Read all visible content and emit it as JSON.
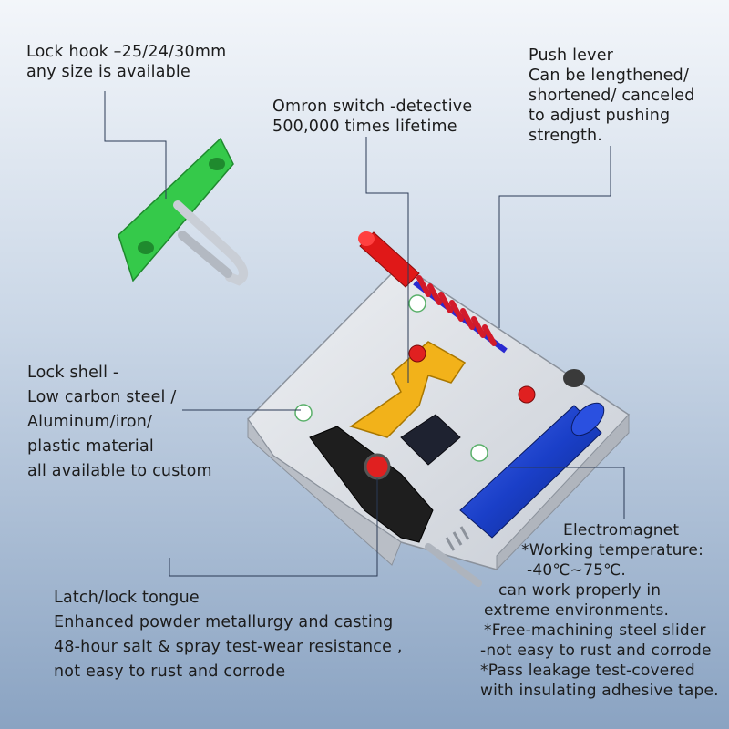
{
  "labels": {
    "lock_hook": [
      "Lock hook –25/24/30mm",
      "any size is available"
    ],
    "omron_switch": [
      "Omron switch -detective",
      "500,000 times lifetime"
    ],
    "push_lever": [
      "Push lever",
      "Can be lengthened/",
      "shortened/ canceled",
      "to adjust pushing",
      "strength."
    ],
    "lock_shell": [
      "Lock shell -",
      "Low carbon steel /",
      "Aluminum/iron/",
      "plastic material",
      "all available to custom"
    ],
    "latch_tongue": [
      "Latch/lock tongue",
      "Enhanced powder metallurgy and casting",
      "48-hour salt & spray test-wear resistance ,",
      "not easy to rust and corrode"
    ],
    "electromagnet": [
      "Electromagnet",
      "*Working temperature:",
      "-40℃~75℃.",
      "can work properly in",
      "extreme environments.",
      "*Free-machining steel slider",
      "-not easy to rust and corrode",
      "*Pass leakage test-covered",
      "with insulating adhesive tape."
    ]
  },
  "colors": {
    "hook_plate": "#35c94a",
    "hook_pin": "#c9ced6",
    "spring": "#d21a2a",
    "spring_core": "#2a2ad0",
    "push_rod": "#e01818",
    "cam": "#f2b21a",
    "tongue": "#1e1e1e",
    "electromagnet": "#1a3fc8",
    "shell": "#d9dde3"
  }
}
